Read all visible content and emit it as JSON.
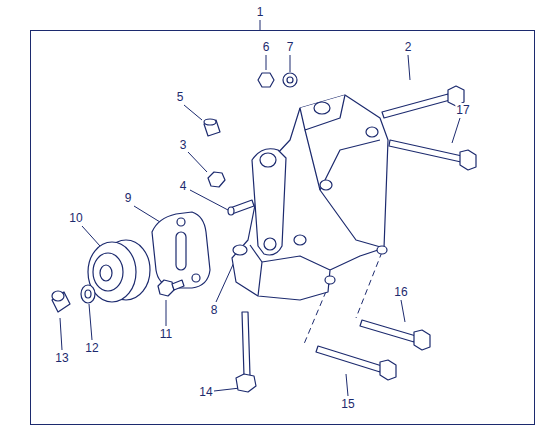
{
  "diagram": {
    "labels": [
      "1",
      "6",
      "7",
      "2",
      "5",
      "17",
      "3",
      "4",
      "9",
      "10",
      "16",
      "8",
      "11",
      "12",
      "13",
      "14",
      "15"
    ]
  }
}
